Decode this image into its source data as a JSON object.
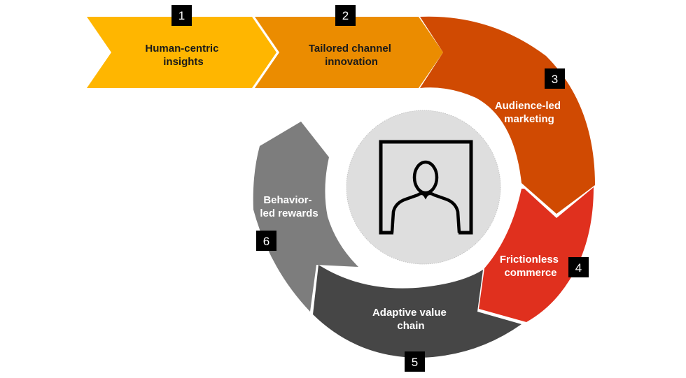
{
  "diagram": {
    "center_icon": "person-portrait-icon",
    "steps": [
      {
        "number": "1",
        "label_line1": "Human-centric",
        "label_line2": "insights",
        "color": "#FFB600"
      },
      {
        "number": "2",
        "label_line1": "Tailored channel",
        "label_line2": "innovation",
        "color": "#EB8C00"
      },
      {
        "number": "3",
        "label_line1": "Audience-led",
        "label_line2": "marketing",
        "color": "#D04A02"
      },
      {
        "number": "4",
        "label_line1": "Frictionless",
        "label_line2": "commerce",
        "color": "#E0301E"
      },
      {
        "number": "5",
        "label_line1": "Adaptive value",
        "label_line2": "chain",
        "color": "#464646"
      },
      {
        "number": "6",
        "label_line1": "Behavior-",
        "label_line2": "led rewards",
        "color": "#7D7D7D"
      }
    ],
    "colors": {
      "badge": "#000000",
      "center_circle": "#DEDEDE",
      "icon_stroke": "#000000"
    }
  }
}
